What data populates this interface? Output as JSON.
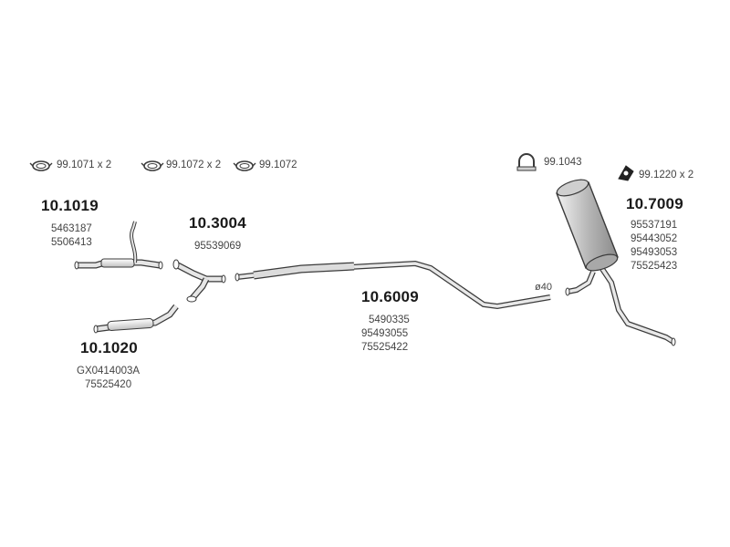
{
  "hardware": [
    {
      "code": "99.1071 x 2",
      "icon": "clamp-icon"
    },
    {
      "code": "99.1072 x 2",
      "icon": "clamp-icon"
    },
    {
      "code": "99.1072",
      "icon": "clamp-icon"
    },
    {
      "code": "99.1043",
      "icon": "u-bolt-clamp-icon"
    },
    {
      "code": "99.1220 x 2",
      "icon": "flange-gasket-icon"
    }
  ],
  "parts": [
    {
      "number": "10.1019",
      "refs": [
        "5463187",
        "5506413"
      ]
    },
    {
      "number": "10.1020",
      "refs": [
        "GX0414003A",
        "75525420"
      ]
    },
    {
      "number": "10.3004",
      "refs": [
        "95539069"
      ]
    },
    {
      "number": "10.6009",
      "refs": [
        "5490335",
        "95493055",
        "75525422"
      ]
    },
    {
      "number": "10.7009",
      "refs": [
        "95537191",
        "95443052",
        "95493053",
        "75525423"
      ]
    }
  ],
  "pipe_diameter": "ø40",
  "colors": {
    "line": "#3a3a3a",
    "fill": "#d6d6d6",
    "muffler": "#bdbdbd",
    "text": "#333333"
  }
}
